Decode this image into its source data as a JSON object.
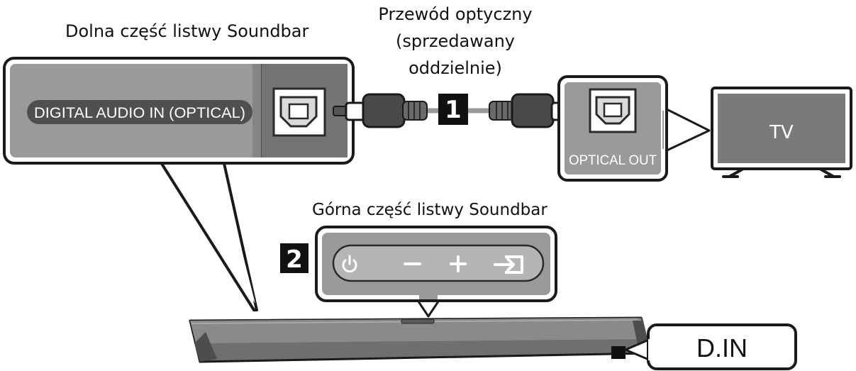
{
  "labels": {
    "soundbar_bottom": "Dolna część listwy Soundbar",
    "cable_line1": "Przewód optyczny",
    "cable_line2": "(sprzedawany",
    "cable_line3": "oddzielnie)",
    "soundbar_top": "Górna część listwy Soundbar",
    "digital_audio_in": "DIGITAL AUDIO IN (OPTICAL)",
    "optical_out": "OPTICAL OUT",
    "tv": "TV",
    "step1": "1",
    "step2": "2",
    "display": "D.IN"
  },
  "icons": {
    "power": "power-icon",
    "volume_down": "minus-icon",
    "volume_up": "plus-icon",
    "source": "source-input-icon",
    "optical_port": "optical-port-icon"
  },
  "colors": {
    "panel_dark": "#6d6d6d",
    "panel_mid": "#9a9a9a",
    "panel_light": "#bdbdbd",
    "outline": "#1a1a1a",
    "badge": "#111111"
  }
}
